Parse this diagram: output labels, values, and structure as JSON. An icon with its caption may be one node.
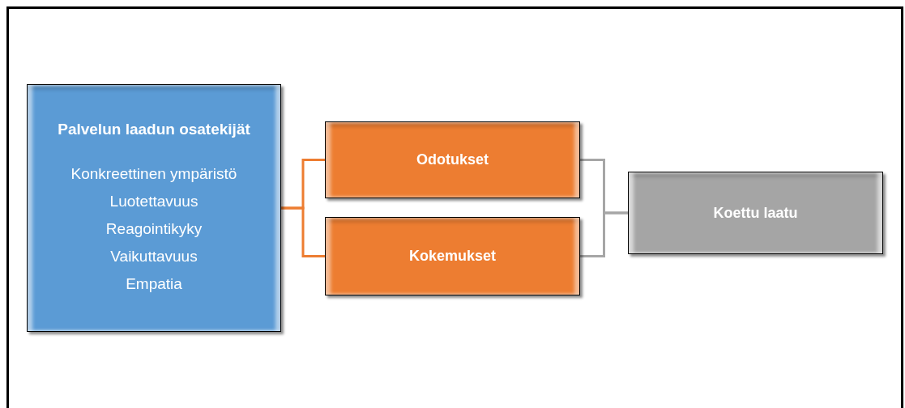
{
  "diagram": {
    "nodes": [
      {
        "text": [
          "Palvelun laadun osatekijät",
          "Konkreettinen ympäristö",
          "Luotettavuus",
          "Reagointikyky",
          "Vaikuttavuus",
          "Empatia"
        ]
      },
      {
        "text": [
          "Odotukset"
        ]
      },
      {
        "text": [
          "Kokemukset"
        ]
      },
      {
        "text": [
          "Koettu laatu"
        ]
      }
    ],
    "edges": [
      {
        "from": 0,
        "to": 1,
        "arrow": "none",
        "color": "#ed7d31"
      },
      {
        "from": 0,
        "to": 2,
        "arrow": "none",
        "color": "#ed7d31"
      },
      {
        "from": 1,
        "to": 3,
        "arrow": "none",
        "color": "#a6a6a6"
      },
      {
        "from": 2,
        "to": 3,
        "arrow": "none",
        "color": "#a6a6a6"
      }
    ]
  }
}
